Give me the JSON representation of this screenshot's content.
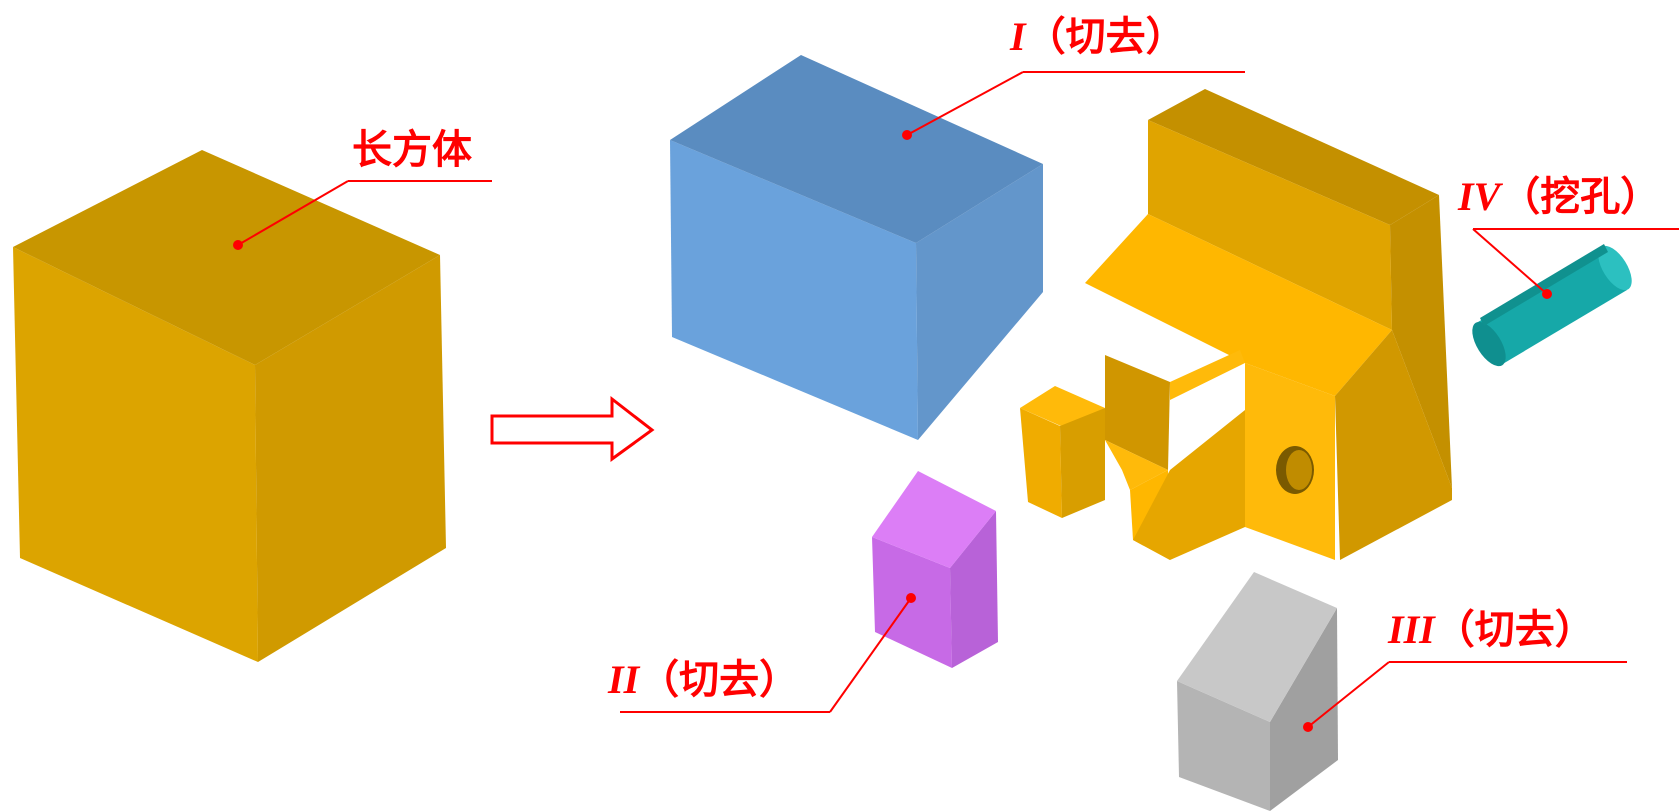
{
  "labels": {
    "cuboid": "长方体",
    "part1_num": "I",
    "part1_note": "（切去）",
    "part2_num": "II",
    "part2_note": "（切去）",
    "part3_num": "III",
    "part3_note": "（切去）",
    "part4_num": "IV",
    "part4_note": "（挖孔）"
  },
  "colors": {
    "label_red": "#ff0000",
    "cuboid_top": "#c89600",
    "cuboid_left": "#dca400",
    "cuboid_right": "#d09a00",
    "block1_top": "#5a8cc0",
    "block1_front": "#6aa2dc",
    "block1_side": "#6396cb",
    "block2_top": "#dc7ef6",
    "block2_front": "#c76ae6",
    "block2_side": "#b862d8",
    "block3_top": "#c8c8c8",
    "block3_front": "#b4b4b4",
    "block3_side": "#a0a0a0",
    "cylinder": "#16a8a8",
    "result_main": "#ffb700",
    "result_dark": "#e0a400",
    "result_top": "#c49000"
  },
  "icons": [
    "arrow-right-outline-icon"
  ]
}
